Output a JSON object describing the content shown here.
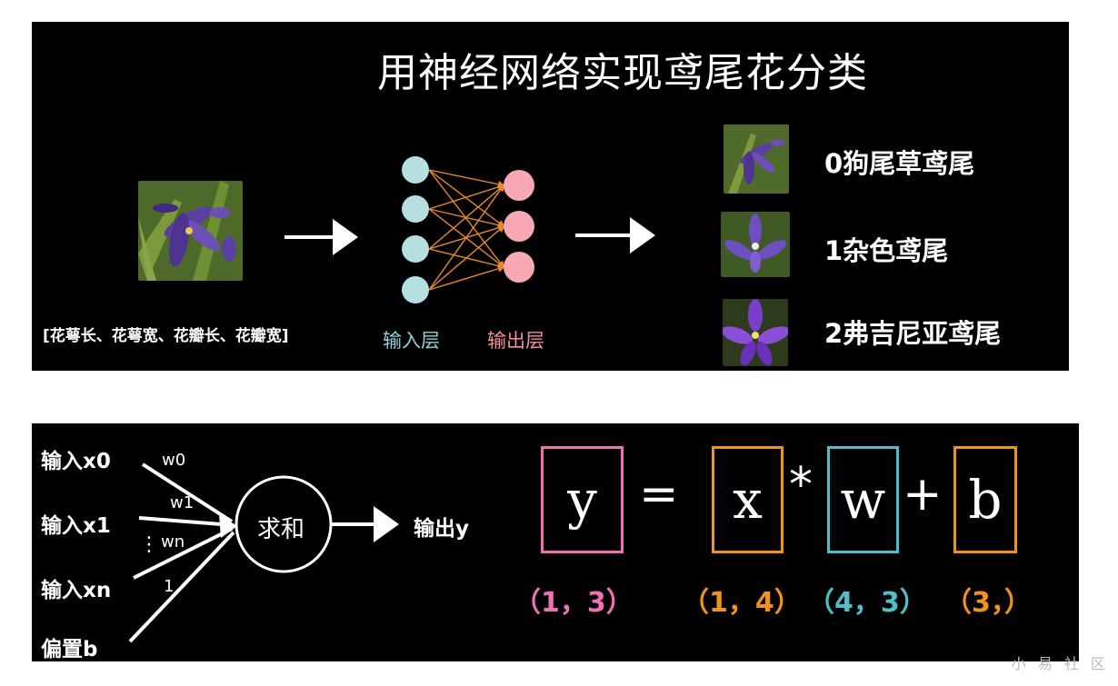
{
  "top": {
    "title": "用神经网络实现鸢尾花分类",
    "features": "[花萼长、花萼宽、花瓣长、花瓣宽]",
    "input_layer": "输入层",
    "output_layer": "输出层",
    "classes": [
      "0狗尾草鸢尾",
      "1杂色鸢尾",
      "2弗吉尼亚鸢尾"
    ]
  },
  "bottom": {
    "inputs": [
      "输入x0",
      "输入x1",
      "输入xn",
      "偏置b"
    ],
    "weights": [
      "w0",
      "w1",
      "wn",
      "1"
    ],
    "vdots": "⋮",
    "sum": "求和",
    "output": "输出y",
    "equation": {
      "y": "y",
      "eq": "=",
      "x": "x",
      "mul": "*",
      "w": "w",
      "plus": "+",
      "b": "b"
    },
    "shapes": [
      "（1，3）",
      "（1，4）",
      "（4，3）",
      "（3，）"
    ]
  },
  "watermark": "小 易 社 区",
  "colors": {
    "input_node": "#b6dfe0",
    "output_node": "#f7a8b2",
    "connection": "#e88a2b",
    "input_label": "#8fd0d8",
    "output_label": "#f38b9a",
    "y_box": "#f06fb5",
    "x_box": "#f0921d",
    "w_box": "#4fbec8",
    "b_box": "#f0921d"
  }
}
